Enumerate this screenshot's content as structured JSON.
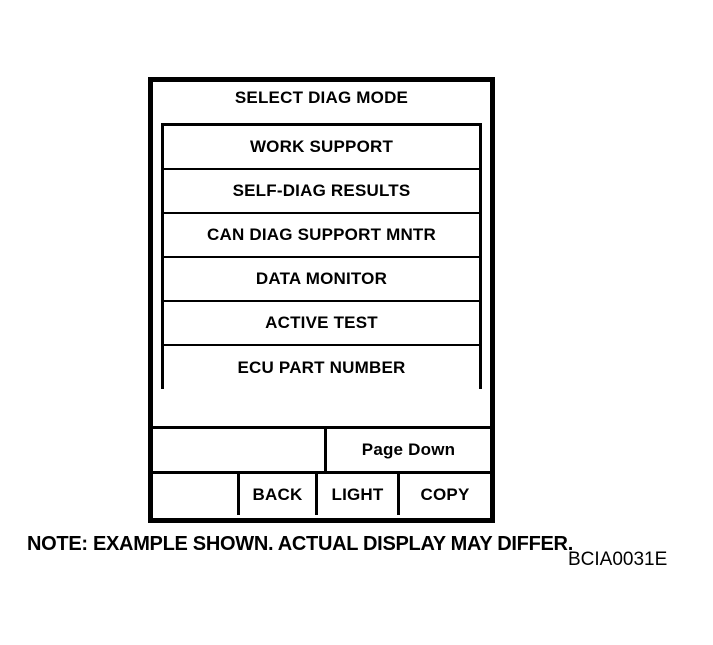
{
  "figure": {
    "note": "NOTE: EXAMPLE SHOWN. ACTUAL DISPLAY MAY DIFFER.",
    "reference_code": "BCIA0031E",
    "background_color": "#ffffff",
    "line_color": "#000000"
  },
  "device_screen": {
    "title": "SELECT DIAG MODE",
    "menu_items": [
      {
        "label": "WORK SUPPORT"
      },
      {
        "label": "SELF-DIAG RESULTS"
      },
      {
        "label": "CAN DIAG SUPPORT MNTR"
      },
      {
        "label": "DATA MONITOR"
      },
      {
        "label": "ACTIVE TEST"
      },
      {
        "label": "ECU PART NUMBER"
      }
    ],
    "softkeys": {
      "top_row": [
        {
          "label": ""
        },
        {
          "label": "Page Down"
        }
      ],
      "bottom_row": [
        {
          "label": ""
        },
        {
          "label": "BACK"
        },
        {
          "label": "LIGHT"
        },
        {
          "label": "COPY"
        }
      ]
    }
  }
}
